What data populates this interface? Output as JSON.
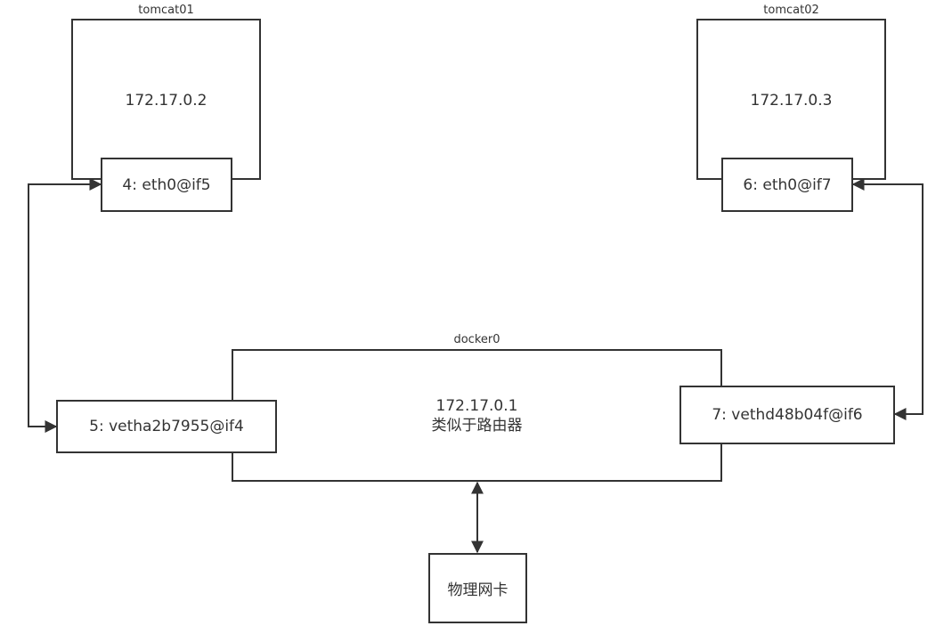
{
  "containers": {
    "tomcat01": {
      "name": "tomcat01",
      "ip": "172.17.0.2",
      "interface": "4: eth0@if5"
    },
    "tomcat02": {
      "name": "tomcat02",
      "ip": "172.17.0.3",
      "interface": "6: eth0@if7"
    }
  },
  "bridge": {
    "name": "docker0",
    "ip": "172.17.0.1",
    "description": "类似于路由器",
    "left_veth": "5: vetha2b7955@if4",
    "right_veth": "7: vethd48b04f@if6"
  },
  "nic": {
    "label": "物理网卡"
  },
  "colors": {
    "stroke": "#333333",
    "text": "#333333",
    "background": "#ffffff"
  }
}
